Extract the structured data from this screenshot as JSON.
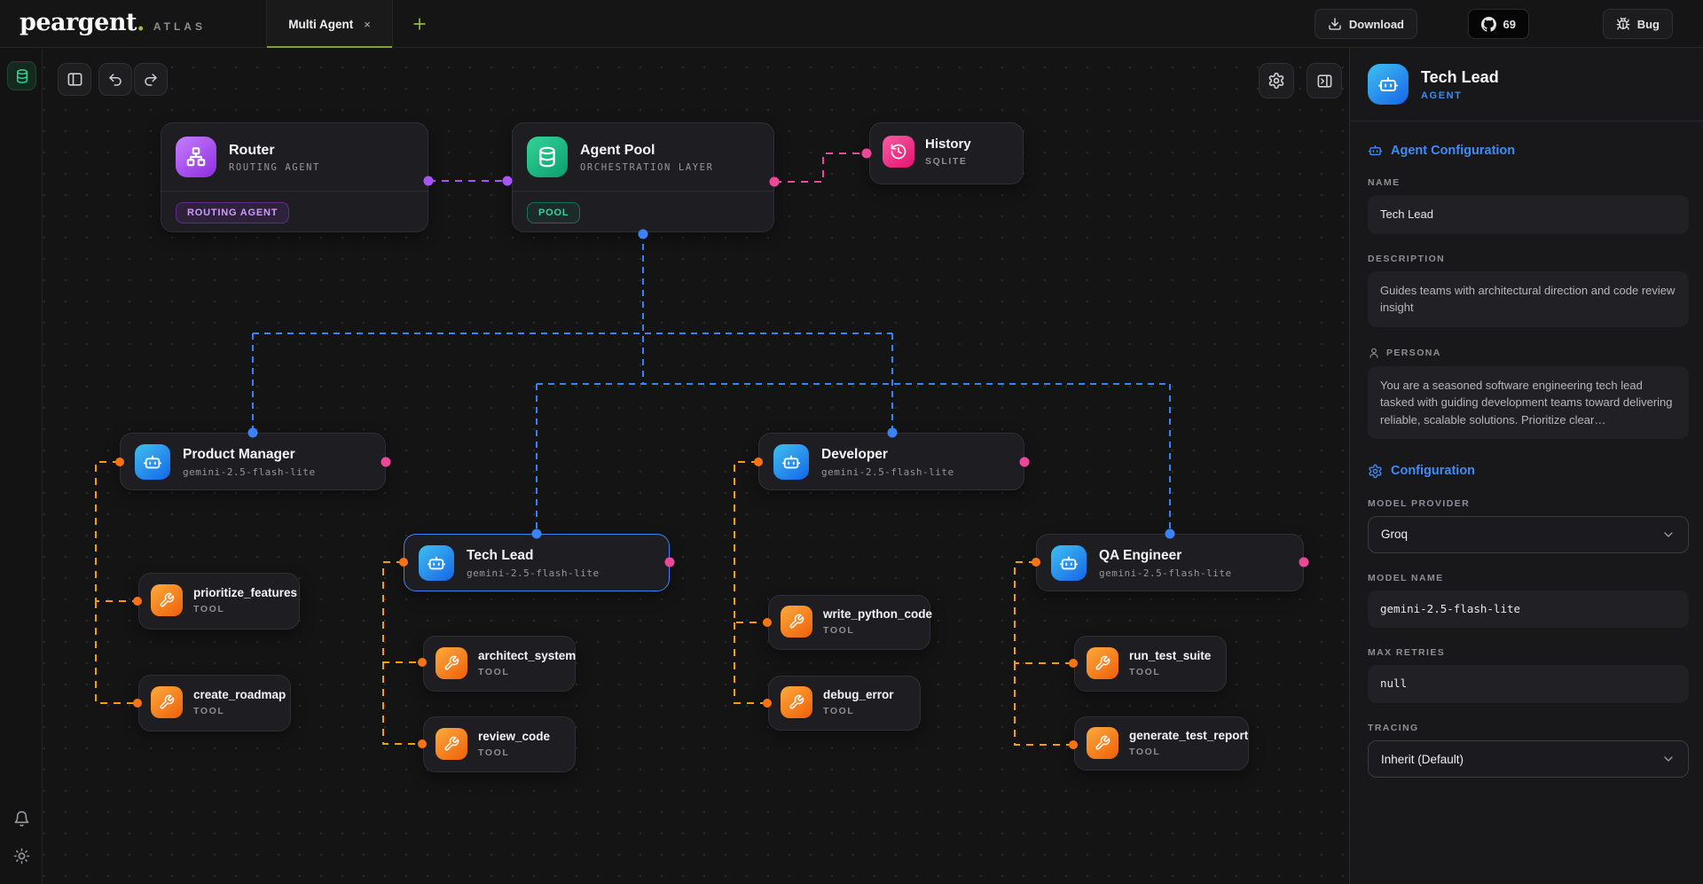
{
  "brand": {
    "name": "peargent",
    "period": ".",
    "suffix": "ATLAS"
  },
  "topbar": {
    "tab_label": "Multi Agent",
    "tab_close": "×",
    "add_tab": "+",
    "download_label": "Download",
    "github_count": "69",
    "bug_label": "Bug"
  },
  "nodes": {
    "router": {
      "title": "Router",
      "subtitle": "ROUTING AGENT",
      "badge": "ROUTING AGENT"
    },
    "agent_pool": {
      "title": "Agent Pool",
      "subtitle": "ORCHESTRATION LAYER",
      "badge": "POOL"
    },
    "history": {
      "title": "History",
      "subtitle": "SQLITE"
    },
    "product_manager": {
      "title": "Product Manager",
      "subtitle": "gemini-2.5-flash-lite"
    },
    "developer": {
      "title": "Developer",
      "subtitle": "gemini-2.5-flash-lite"
    },
    "tech_lead": {
      "title": "Tech Lead",
      "subtitle": "gemini-2.5-flash-lite"
    },
    "qa_engineer": {
      "title": "QA Engineer",
      "subtitle": "gemini-2.5-flash-lite"
    },
    "prioritize_features": {
      "title": "prioritize_features",
      "subtitle": "TOOL"
    },
    "create_roadmap": {
      "title": "create_roadmap",
      "subtitle": "TOOL"
    },
    "architect_system": {
      "title": "architect_system",
      "subtitle": "TOOL"
    },
    "review_code": {
      "title": "review_code",
      "subtitle": "TOOL"
    },
    "write_python_code": {
      "title": "write_python_code",
      "subtitle": "TOOL"
    },
    "debug_error": {
      "title": "debug_error",
      "subtitle": "TOOL"
    },
    "run_test_suite": {
      "title": "run_test_suite",
      "subtitle": "TOOL"
    },
    "generate_test_report": {
      "title": "generate_test_report",
      "subtitle": "TOOL"
    }
  },
  "edges": [
    {
      "from": "router",
      "to": "agent_pool",
      "color": "#a855f7"
    },
    {
      "from": "agent_pool",
      "to": "history",
      "color": "#ec4899"
    },
    {
      "from": "agent_pool",
      "to": "product_manager",
      "color": "#3b82f6"
    },
    {
      "from": "agent_pool",
      "to": "developer",
      "color": "#3b82f6"
    },
    {
      "from": "agent_pool",
      "to": "tech_lead",
      "color": "#3b82f6"
    },
    {
      "from": "agent_pool",
      "to": "qa_engineer",
      "color": "#3b82f6"
    },
    {
      "from": "product_manager",
      "to": "prioritize_features",
      "color": "#f59e0b"
    },
    {
      "from": "product_manager",
      "to": "create_roadmap",
      "color": "#f59e0b"
    },
    {
      "from": "tech_lead",
      "to": "architect_system",
      "color": "#f59e0b"
    },
    {
      "from": "tech_lead",
      "to": "review_code",
      "color": "#f59e0b"
    },
    {
      "from": "developer",
      "to": "write_python_code",
      "color": "#f59e0b"
    },
    {
      "from": "developer",
      "to": "debug_error",
      "color": "#f59e0b"
    },
    {
      "from": "qa_engineer",
      "to": "run_test_suite",
      "color": "#f59e0b"
    },
    {
      "from": "qa_engineer",
      "to": "generate_test_report",
      "color": "#f59e0b"
    }
  ],
  "panel": {
    "title": "Tech Lead",
    "type": "AGENT",
    "agent_section": "Agent Configuration",
    "name_label": "NAME",
    "name_value": "Tech Lead",
    "description_label": "DESCRIPTION",
    "description_value": "Guides teams with architectural direction and code review insight",
    "persona_label": "PERSONA",
    "persona_value": "You are a seasoned software engineering tech lead tasked with guiding development teams toward delivering reliable, scalable solutions. Prioritize clear…",
    "config_section": "Configuration",
    "model_provider_label": "MODEL PROVIDER",
    "model_provider_value": "Groq",
    "model_name_label": "MODEL NAME",
    "model_name_value": "gemini-2.5-flash-lite",
    "max_retries_label": "MAX RETRIES",
    "max_retries_value": "null",
    "tracing_label": "TRACING",
    "tracing_value": "Inherit (Default)"
  },
  "colors": {
    "accent_blue": "#3b82f6",
    "purple": "#a855f7",
    "pink": "#ec4899",
    "orange": "#f59e0b",
    "green": "#34d399",
    "brand_green": "#9bbf3a"
  }
}
